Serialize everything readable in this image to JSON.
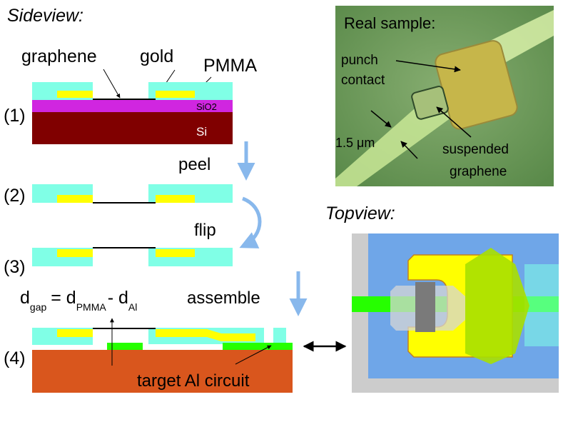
{
  "sideview": {
    "title": "Sideview:",
    "labels": {
      "graphene": "graphene",
      "gold": "gold",
      "pmma": "PMMA",
      "sio2": "SiO2",
      "si": "Si"
    },
    "steps": [
      "(1)",
      "(2)",
      "(3)",
      "(4)"
    ],
    "actions": {
      "peel": "peel",
      "flip": "flip",
      "assemble": "assemble"
    },
    "equation": {
      "lhs": "d",
      "lhs_sub": "gap",
      "eq": "= d",
      "mid_sub": "PMMA",
      "minus": "- d",
      "rhs_sub": "Al"
    },
    "target_label": "target Al circuit"
  },
  "photo": {
    "title": "Real sample:",
    "punch_contact": [
      "punch",
      "contact"
    ],
    "gap_label": "1.5 μm",
    "suspended": [
      "suspended",
      "graphene"
    ]
  },
  "topview": {
    "title": "Topview:"
  },
  "colors": {
    "pmma": "#80ffe6",
    "gold": "#ffff00",
    "sio2": "#d026e0",
    "si": "#800000",
    "substrate": "#d9561d",
    "al_green": "#26ff00",
    "arrow_blue": "#88b8ec",
    "photo_bg": "#6a9a58",
    "topview_blue": "#6fa6e8",
    "topview_gray": "#cccccc"
  }
}
